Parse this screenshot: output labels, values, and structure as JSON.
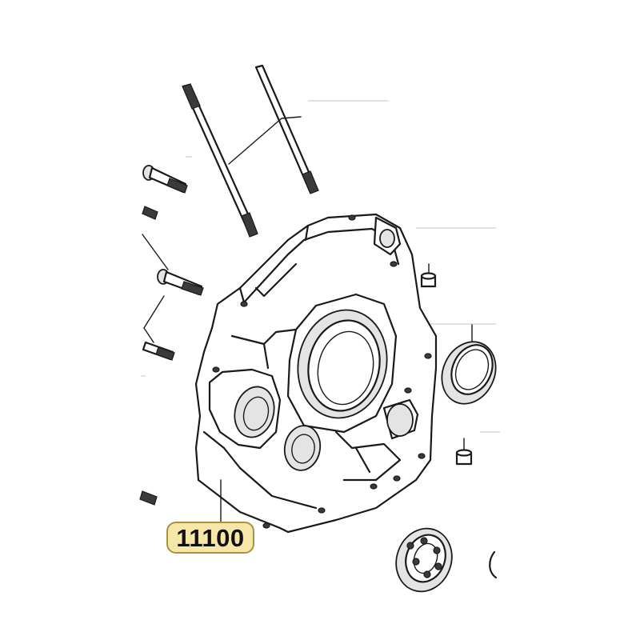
{
  "callouts": {
    "part_number": "11100"
  },
  "colors": {
    "line": "#1a1a1a",
    "callout_fill": "#f6e6a8",
    "callout_border": "#a99240"
  },
  "icons": {
    "crankcase": "crankcase-drawing",
    "stud": "stud-bolt-drawing",
    "bolt": "bolt-drawing",
    "dowel": "dowel-pin-drawing",
    "seal": "oil-seal-drawing",
    "bearing": "bearing-drawing"
  }
}
